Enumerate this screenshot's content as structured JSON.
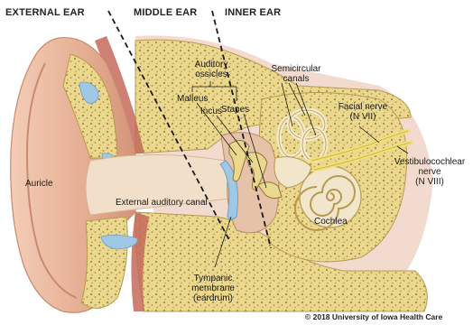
{
  "sections": {
    "external": "EXTERNAL EAR",
    "middle": "MIDDLE EAR",
    "inner": "INNER EAR"
  },
  "labels": {
    "auricle": "Auricle",
    "ext_canal": "External auditory canal",
    "ossicles_1": "Auditory",
    "ossicles_2": "ossicles",
    "malleus": "Malleus",
    "incus": "Incus",
    "stapes": "Stapes",
    "semicircular_1": "Semicircular",
    "semicircular_2": "canals",
    "facial_1": "Facial nerve",
    "facial_2": "(N VII)",
    "vestibulo_1": "Vestibulocochlear",
    "vestibulo_2": "nerve",
    "vestibulo_3": "(N VIII)",
    "cochlea": "Cochlea",
    "tympanic_1": "Tympanic",
    "tympanic_2": "membrane",
    "tympanic_3": "(eardrum)"
  },
  "copyright": "© 2018 University of Iowa Health Care",
  "colors": {
    "skin": "#e9b79c",
    "skin_dark": "#c98a6e",
    "bone": "#ead88f",
    "bone_dark": "#b89a4f",
    "canal": "#f2dfc9",
    "fluid": "#9fc8e6",
    "nerve": "#f1e07a",
    "muscle": "#c46a5a"
  }
}
